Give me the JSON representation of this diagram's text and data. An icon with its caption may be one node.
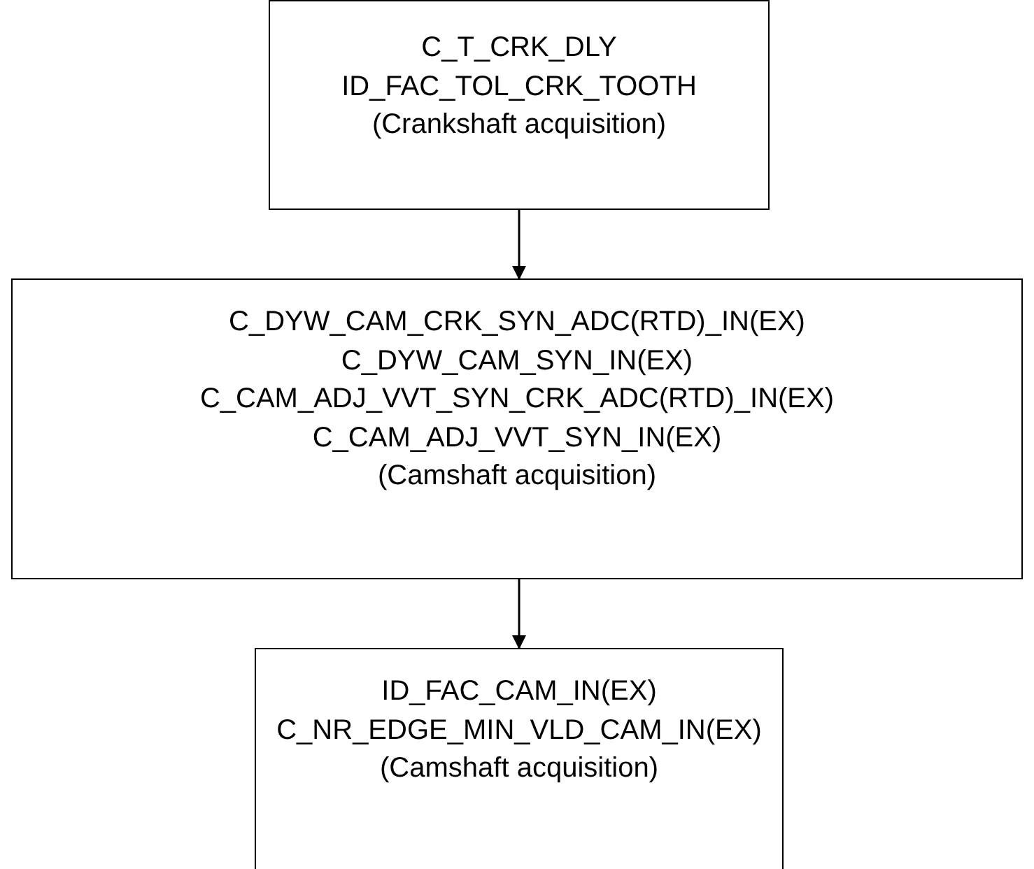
{
  "diagram": {
    "nodes": [
      {
        "text": [
          "C_T_CRK_DLY",
          "ID_FAC_TOL_CRK_TOOTH",
          "(Crankshaft acquisition)"
        ]
      },
      {
        "text": [
          "C_DYW_CAM_CRK_SYN_ADC(RTD)_IN(EX)",
          "C_DYW_CAM_SYN_IN(EX)",
          "C_CAM_ADJ_VVT_SYN_CRK_ADC(RTD)_IN(EX)",
          "C_CAM_ADJ_VVT_SYN_IN(EX)",
          "(Camshaft acquisition)"
        ]
      },
      {
        "text": [
          "ID_FAC_CAM_IN(EX)",
          "C_NR_EDGE_MIN_VLD_CAM_IN(EX)",
          "(Camshaft acquisition)"
        ]
      }
    ],
    "edges": [
      {
        "from": 0,
        "to": 1,
        "arrow": "to"
      },
      {
        "from": 1,
        "to": 2,
        "arrow": "to"
      }
    ]
  }
}
